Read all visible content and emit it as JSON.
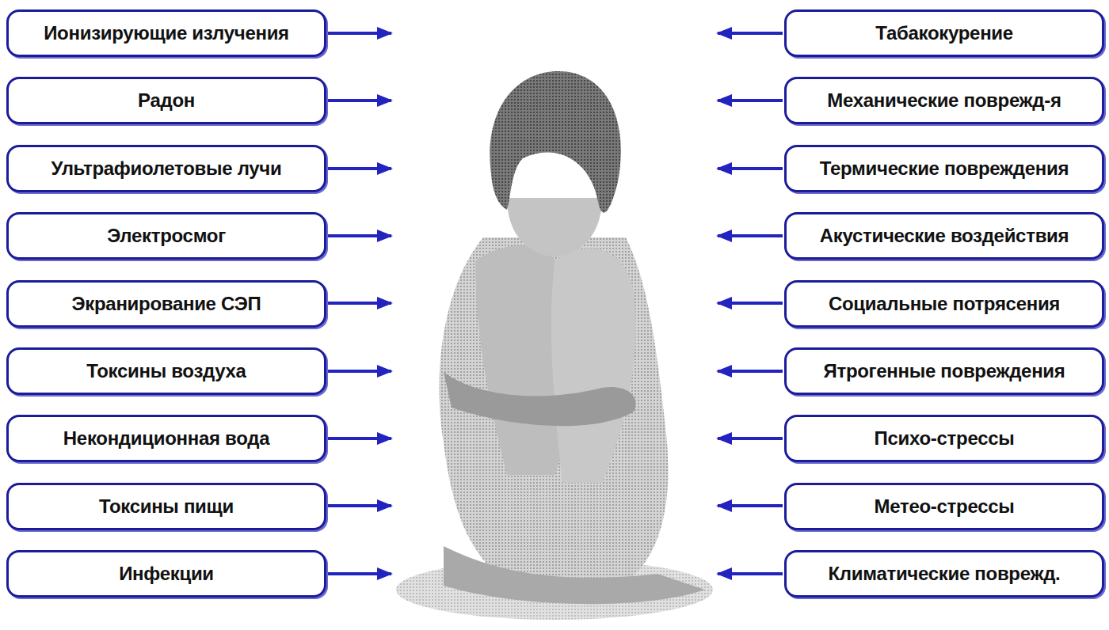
{
  "diagram": {
    "nodes": [
      {
        "text": [
          "Ионизирующие излучения"
        ]
      },
      {
        "text": [
          "Табакокурение"
        ]
      },
      {
        "text": [
          "Радон"
        ]
      },
      {
        "text": [
          "Механические поврежд-я"
        ]
      },
      {
        "text": [
          "Ультрафиолетовые лучи"
        ]
      },
      {
        "text": [
          "Термические повреждения"
        ]
      },
      {
        "text": [
          "Электросмог"
        ]
      },
      {
        "text": [
          "Акустические воздействия"
        ]
      },
      {
        "text": [
          "Экранирование СЭП"
        ]
      },
      {
        "text": [
          "Социальные потрясения"
        ]
      },
      {
        "text": [
          "Токсины воздуха"
        ]
      },
      {
        "text": [
          "Ятрогенные повреждения"
        ]
      },
      {
        "text": [
          "Некондиционная вода"
        ]
      },
      {
        "text": [
          "Психо-стрессы"
        ]
      },
      {
        "text": [
          "Токсины пищи"
        ]
      },
      {
        "text": [
          "Метео-стрессы"
        ]
      },
      {
        "text": [
          "Инфекции"
        ]
      },
      {
        "text": [
          "Климатические поврежд."
        ]
      }
    ]
  }
}
